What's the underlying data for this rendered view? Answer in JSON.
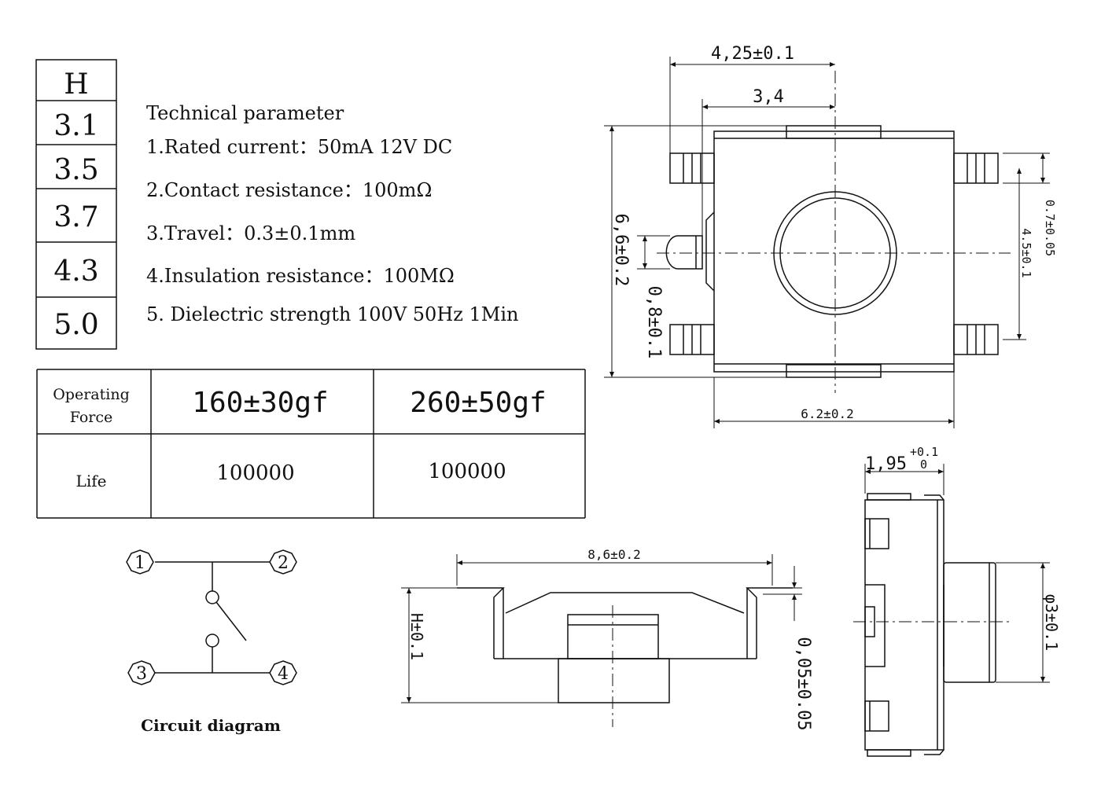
{
  "height_table": {
    "header": "H",
    "values": [
      "3.1",
      "3.5",
      "3.7",
      "4.3",
      "5.0"
    ]
  },
  "technical": {
    "title": "Technical parameter",
    "items": [
      "1.Rated current：50mA 12V DC",
      "2.Contact resistance：100mΩ",
      "3.Travel：0.3±0.1mm",
      "4.Insulation resistance：100MΩ",
      "5. Dielectric strength 100V 50Hz 1Min"
    ]
  },
  "force_table": {
    "row1_label_line1": "Operating",
    "row1_label_line2": "Force",
    "force_a": "160±30gf",
    "force_b": "260±50gf",
    "row2_label": "Life",
    "life_a": "100000",
    "life_b": "100000"
  },
  "circuit": {
    "caption": "Circuit diagram",
    "pins": [
      "1",
      "2",
      "3",
      "4"
    ]
  },
  "top_view": {
    "dim_width_total": "4,25±0.1",
    "dim_width_inner": "3,4",
    "dim_height": "6,6±0.2",
    "dim_right_small": "0.7±0.05",
    "dim_right_pitch": "4.5±0.1",
    "dim_left_small": "0,8±0.1",
    "dim_bottom": "6.2±0.2"
  },
  "front_view": {
    "dim_length": "8,6±0.2",
    "dim_height": "H±0.1",
    "dim_offset": "0,05±0.05"
  },
  "side_view": {
    "dim_width": "1,95",
    "dim_tol_upper": "+0.1",
    "dim_tol_lower": "0",
    "dim_diameter": "φ3±0.1"
  }
}
